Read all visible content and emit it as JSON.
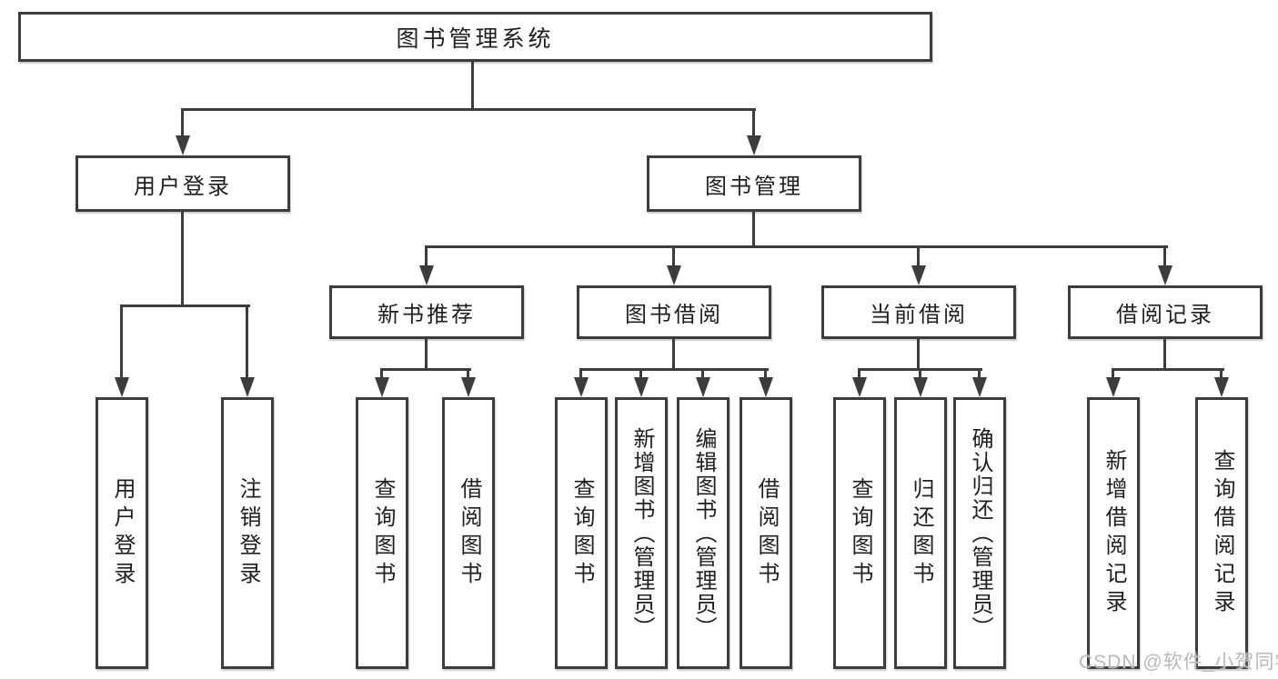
{
  "diagram": {
    "root": "图书管理系统",
    "branches": [
      {
        "label": "用户登录",
        "children": [
          "用户登录",
          "注销登录"
        ]
      },
      {
        "label": "图书管理",
        "children": [
          {
            "label": "新书推荐",
            "children": [
              "查询图书",
              "借阅图书"
            ]
          },
          {
            "label": "图书借阅",
            "children": [
              "查询图书",
              "新增图书（管理员）",
              "编辑图书（管理员）",
              "借阅图书"
            ]
          },
          {
            "label": "当前借阅",
            "children": [
              "查询图书",
              "归还图书",
              "确认归还（管理员）"
            ]
          },
          {
            "label": "借阅记录",
            "children": [
              "新增借阅记录",
              "查询借阅记录"
            ]
          }
        ]
      }
    ]
  },
  "watermark": {
    "text": "CSDN @软件_小贺同学"
  },
  "colors": {
    "line": "#3c3c3c",
    "text": "#1f1f1f",
    "watermark": "#b9b9b9",
    "background": "#ffffff"
  }
}
